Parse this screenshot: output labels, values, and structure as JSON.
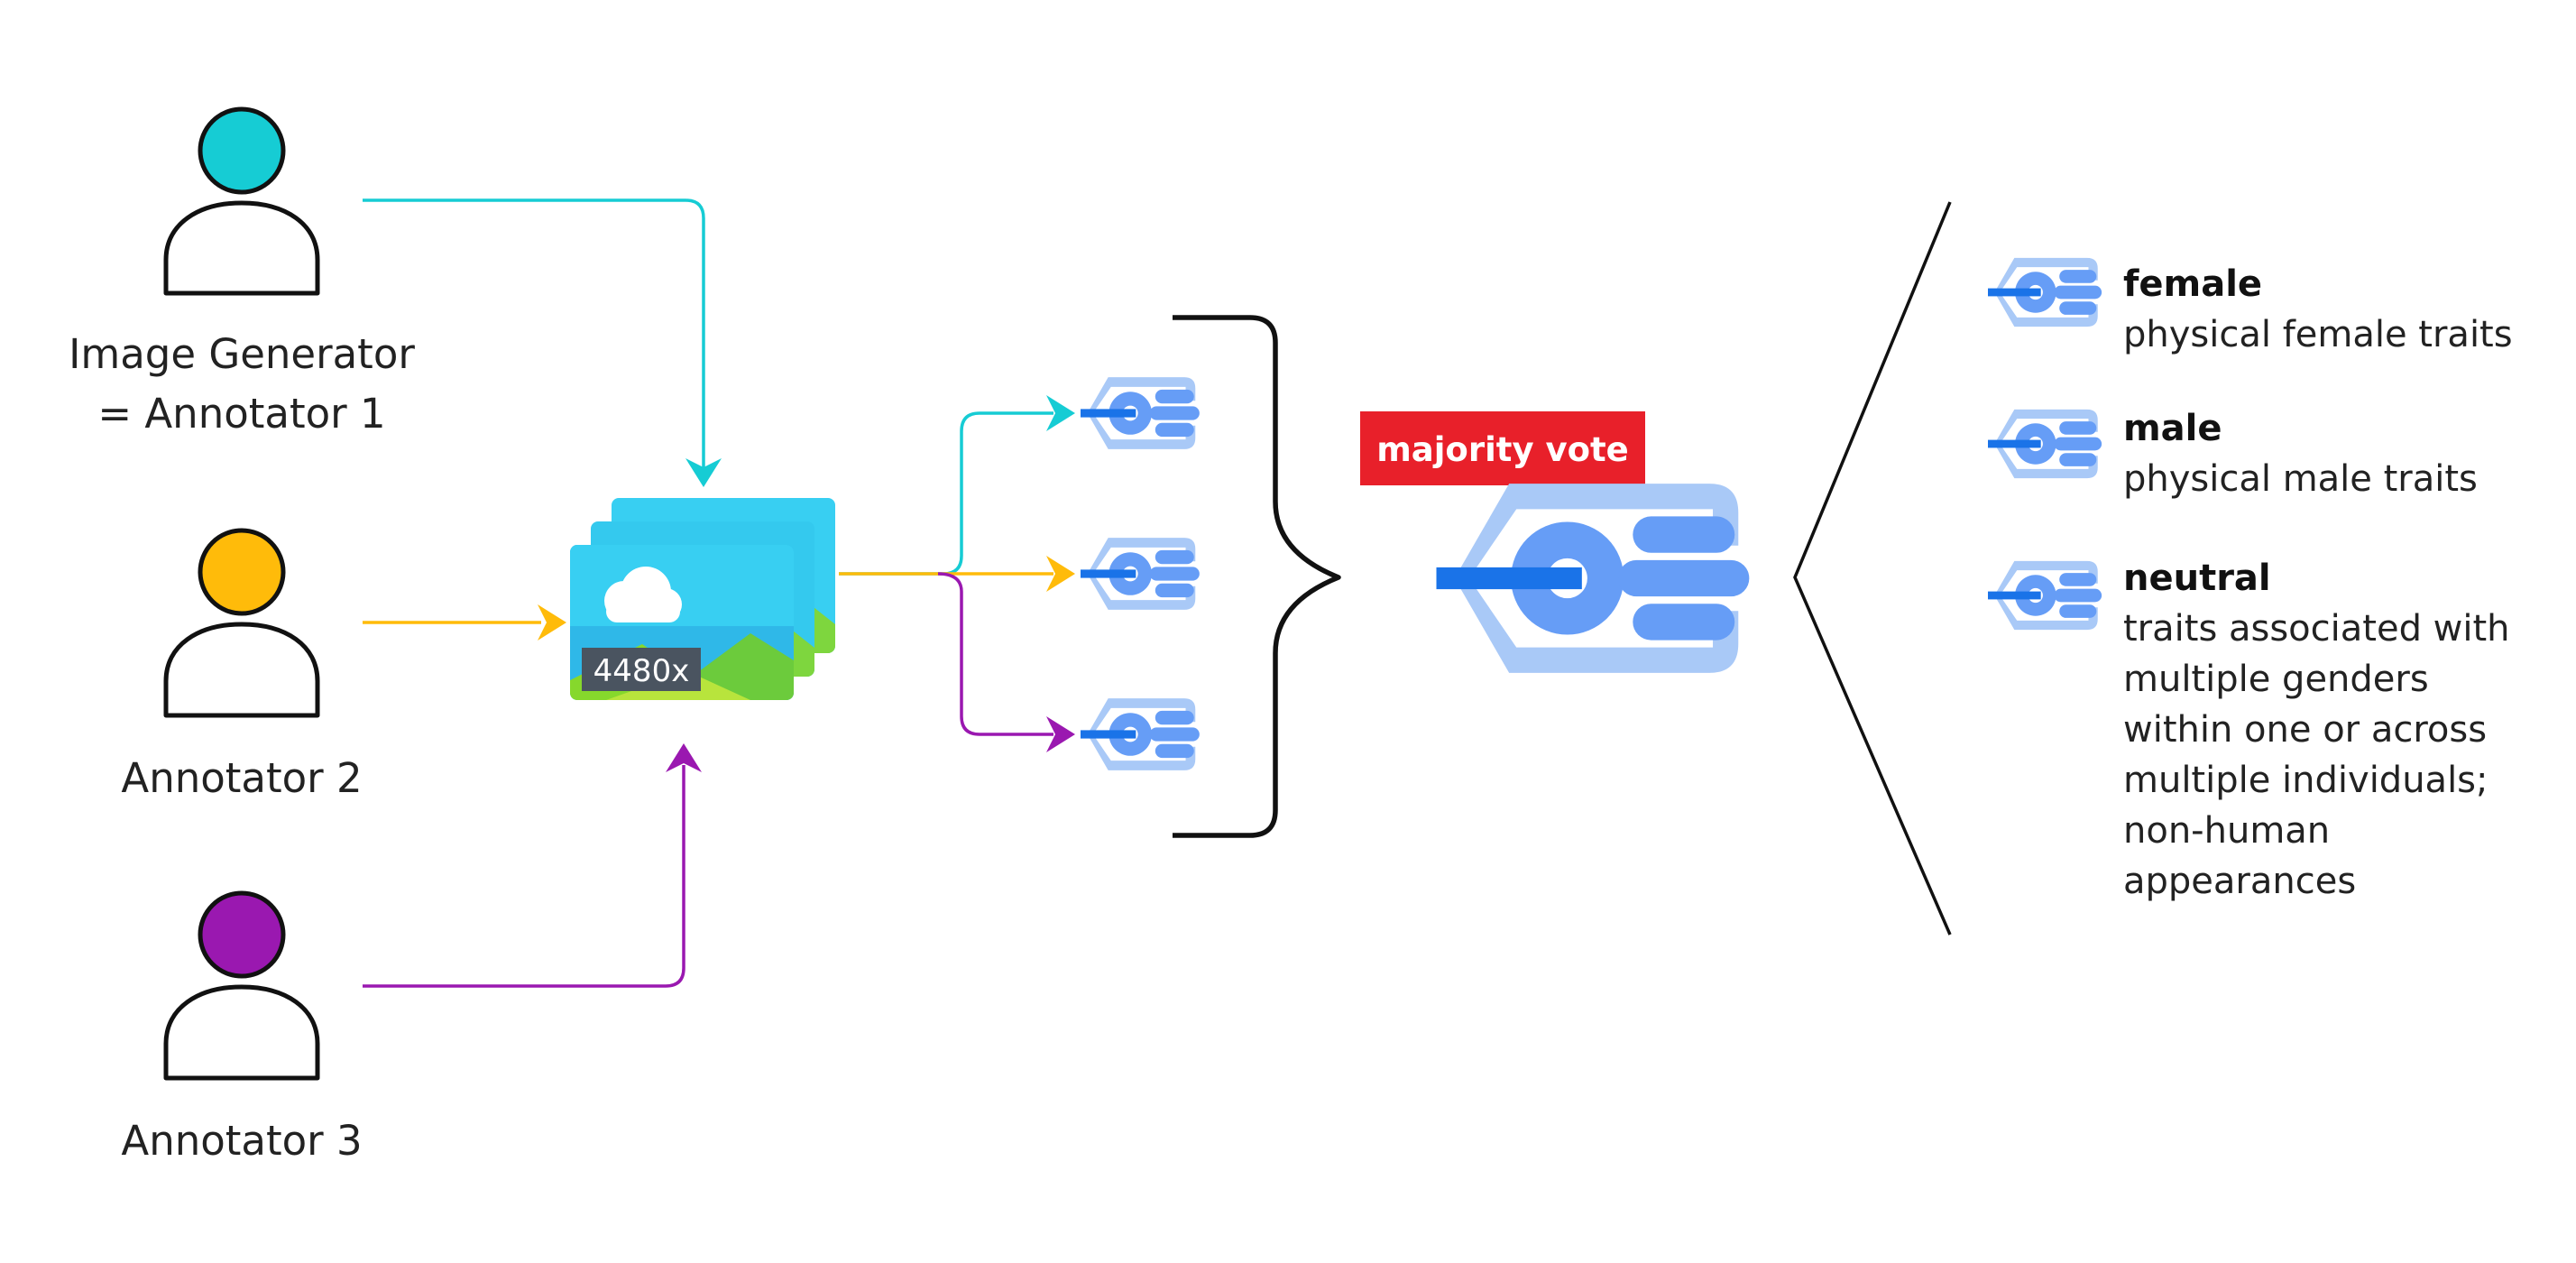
{
  "annotators": [
    {
      "label_lines": [
        "Image Generator",
        "= Annotator 1"
      ],
      "color": "#16CCD4"
    },
    {
      "label_lines": [
        "Annotator 2"
      ],
      "color": "#FFBB0A"
    },
    {
      "label_lines": [
        "Annotator 3"
      ],
      "color": "#9A18B0"
    }
  ],
  "image_stack": {
    "count_label": "4480x",
    "icon": "image-stack-icon"
  },
  "majority_vote": {
    "label": "majority vote",
    "color": "#E8202A",
    "icon": "classifier-icon"
  },
  "outcomes": [
    {
      "title": "female",
      "description_lines": [
        "physical female traits"
      ]
    },
    {
      "title": "male",
      "description_lines": [
        "physical male traits"
      ]
    },
    {
      "title": "neutral",
      "description_lines": [
        "traits associated with",
        "multiple genders",
        "within one or across",
        "multiple individuals;",
        "non-human",
        "appearances"
      ]
    }
  ],
  "colors": {
    "classifier_light": "#A9C9F7",
    "classifier_mid": "#669DF6",
    "classifier_dark": "#1A73E8",
    "stroke": "#111111"
  }
}
